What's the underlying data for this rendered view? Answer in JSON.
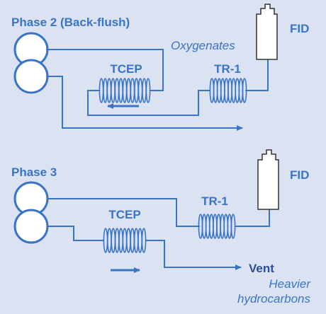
{
  "phase2": {
    "title": "Phase 2 (Back-flush)",
    "column1": "TCEP",
    "column2": "TR-1",
    "detector": "FID",
    "stream_label": "Oxygenates"
  },
  "phase3": {
    "title": "Phase 3",
    "column1": "TCEP",
    "column2": "TR-1",
    "detector": "FID",
    "vent_label": "Vent",
    "vent_note_line1": "Heavier",
    "vent_note_line2": "hydrocarbons"
  },
  "colors": {
    "background": "#dbe3f2",
    "line": "#3a74c6",
    "label": "#3a74c6",
    "detector_fill": "#ffffff",
    "detector_stroke": "#333333"
  }
}
